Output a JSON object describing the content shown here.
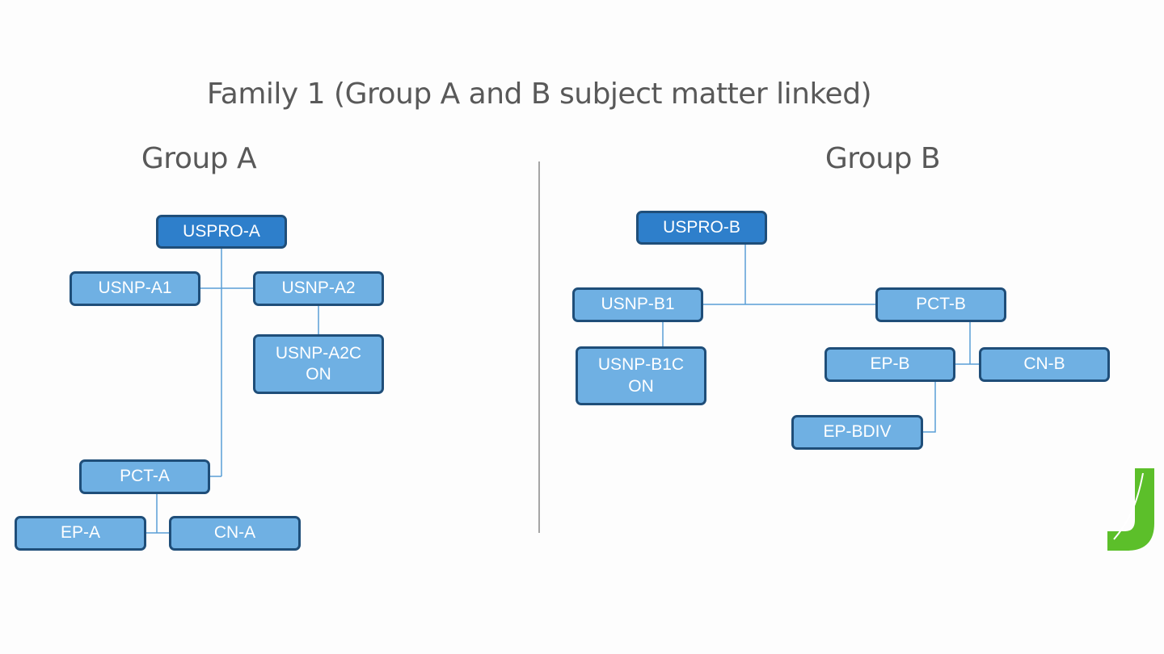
{
  "title": "Family 1 (Group A and B subject matter linked)",
  "groups": {
    "a": {
      "title": "Group A",
      "nodes": {
        "uspro": "USPRO-A",
        "usnp1": "USNP-A1",
        "usnp2": "USNP-A2",
        "usnp2con": "USNP-A2C\nON",
        "pct": "PCT-A",
        "ep": "EP-A",
        "cn": "CN-A"
      }
    },
    "b": {
      "title": "Group B",
      "nodes": {
        "uspro": "USPRO-B",
        "usnp1": "USNP-B1",
        "usnp1con": "USNP-B1C\nON",
        "pct": "PCT-B",
        "ep": "EP-B",
        "cn": "CN-B",
        "epdiv": "EP-BDIV"
      }
    }
  },
  "colors": {
    "root_fill": "#2e7fcb",
    "node_fill": "#6fb0e3",
    "node_border": "#1f4e79",
    "connector": "#5a9fd6",
    "logo": "#5cbf2a"
  },
  "logo_icon": "green-j-logo-icon"
}
